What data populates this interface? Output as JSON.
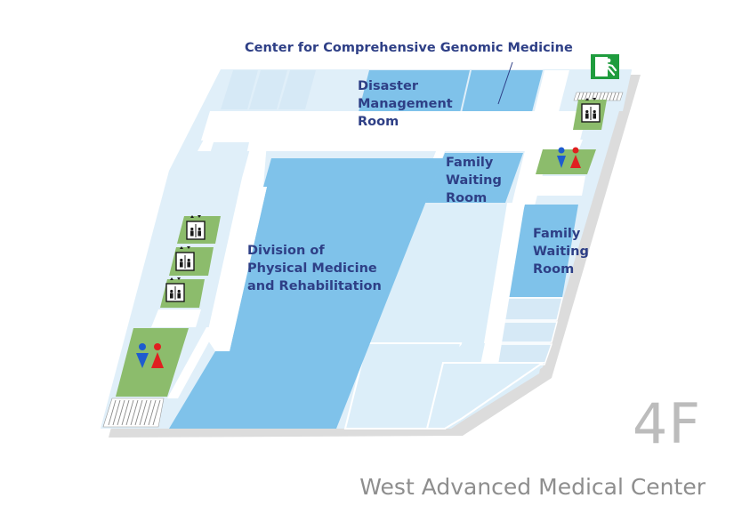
{
  "floor": "4F",
  "building": "West Advanced Medical Center",
  "rooms": {
    "genomic": "Center for Comprehensive Genomic Medicine",
    "disaster": "Disaster\nManagement\nRoom",
    "family_top": "Family\nWaiting\nRoom",
    "family_right": "Family\nWaiting\nRoom",
    "rehab": "Division of\nPhysical Medicine\nand Rehabilitation"
  },
  "icons": {
    "elevator": "elevator-icon",
    "restroom": "restroom-icon",
    "stairs": "stairs-icon",
    "emergency_exit": "emergency-exit-icon"
  },
  "colors": {
    "floor_base": "#e0eff9",
    "room_mid": "#7fc2ea",
    "room_light": "#dceef9",
    "corridor": "#ffffff",
    "facility": "#8cbc6c",
    "label_text": "#2e3f86",
    "shadow": "#dcdcdc",
    "restroom_male": "#1e5ccf",
    "restroom_female": "#e02020",
    "exit_green": "#1f9c3e"
  }
}
